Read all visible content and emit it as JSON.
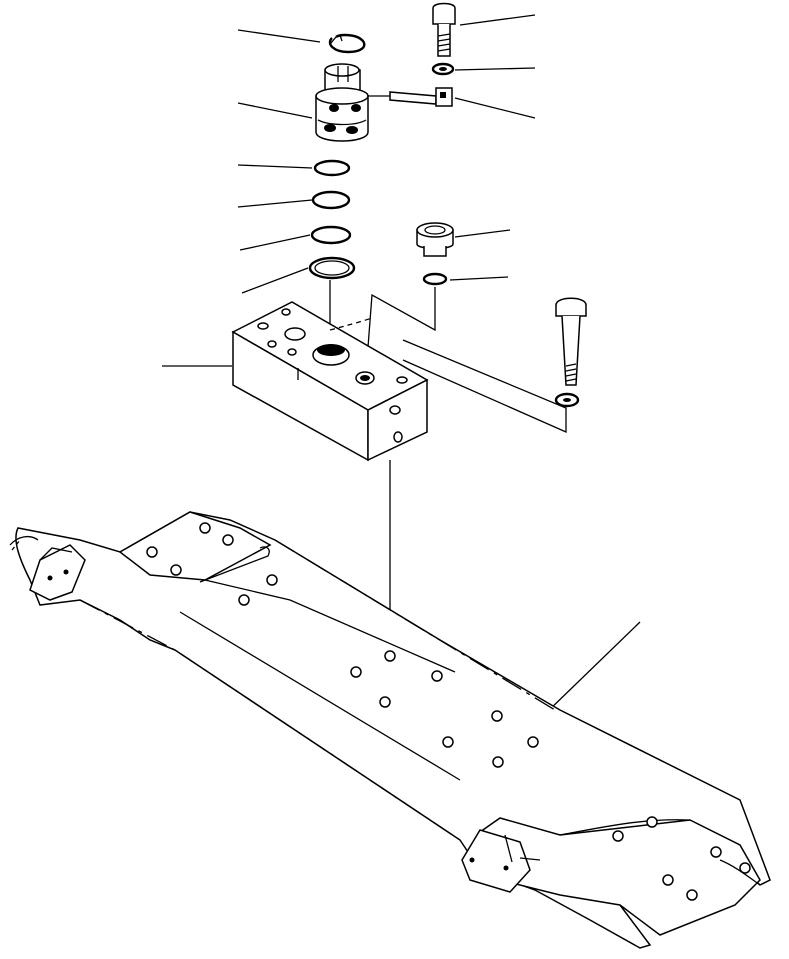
{
  "diagram": {
    "colors": {
      "line": "#000000",
      "background": "#ffffff"
    },
    "parts": [
      "snap-ring",
      "cap-screw",
      "washer",
      "valve-spool",
      "pin",
      "o-ring-1",
      "o-ring-2",
      "o-ring-3",
      "backup-ring",
      "plug",
      "plug-o-ring",
      "valve-block",
      "mounting-bolt",
      "mounting-washer",
      "axle-housing"
    ],
    "callouts": 15
  }
}
